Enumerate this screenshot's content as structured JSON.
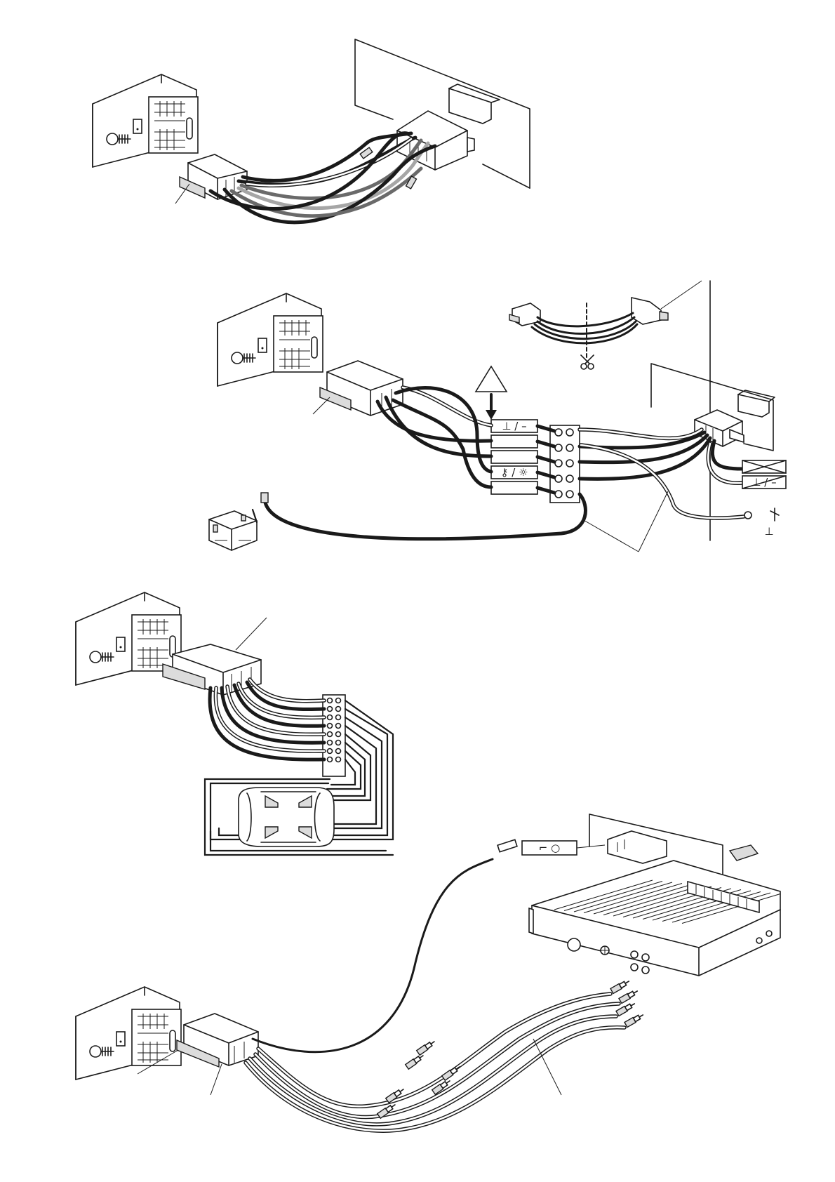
{
  "page": {
    "background": "#ffffff",
    "line_color": "#1a1a1a"
  },
  "figures": [
    {
      "id": "adapter-cable-connection",
      "icons": [
        "radio-unit-icon",
        "iso-connector-icon",
        "vehicle-connector-icon"
      ]
    },
    {
      "id": "terminal-block-connection",
      "icons": [
        "warning-triangle-icon",
        "scissors-icon",
        "battery-icon",
        "ground-icon"
      ]
    },
    {
      "id": "speaker-wiring",
      "icons": [
        "car-top-view-icon",
        "speaker-icon"
      ]
    },
    {
      "id": "amplifier-connection",
      "icons": [
        "amplifier-icon",
        "rca-plug-icon",
        "remote-switch-icon"
      ]
    }
  ],
  "labels": {
    "ground_minus": "⊥ / –",
    "illumination": "⚷ / ☼",
    "ground": "⊥",
    "ground_cross": "⊥ / –",
    "remote": "⌐ ○"
  },
  "colors": {
    "wire_black": "#1a1a1a",
    "wire_dark_grey": "#6a6a6a",
    "wire_light_grey": "#a6a6a6"
  }
}
